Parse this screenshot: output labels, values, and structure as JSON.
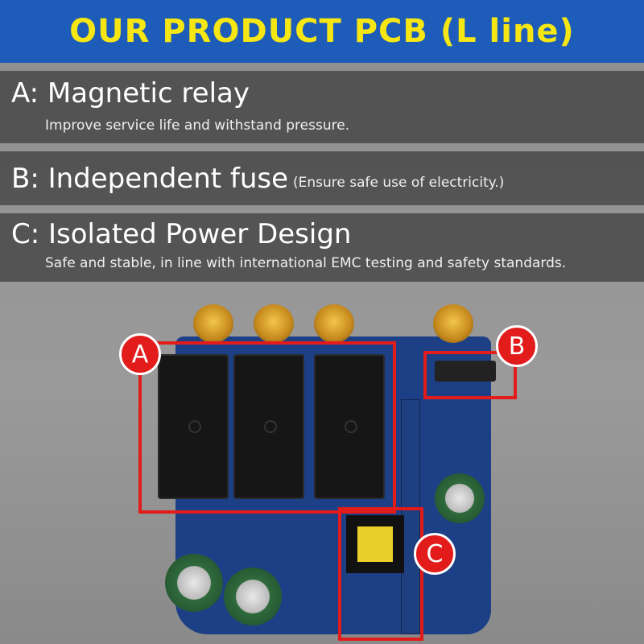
{
  "title": "OUR PRODUCT PCB (L line)",
  "features": [
    {
      "heading": "A: Magnetic relay",
      "subtitle": "Improve service life and withstand pressure."
    },
    {
      "heading": "B: Independent fuse",
      "subtitle": "(Ensure safe use of electricity.)"
    },
    {
      "heading": "C: Isolated Power Design",
      "subtitle": "Safe and stable, in line with international EMC testing and safety standards."
    }
  ],
  "markers": [
    "A",
    "B",
    "C"
  ],
  "colors": {
    "header_bg": "#1d5cb8",
    "title": "#f5e614",
    "marker": "#e21b1b",
    "board": "#1c3f86"
  }
}
